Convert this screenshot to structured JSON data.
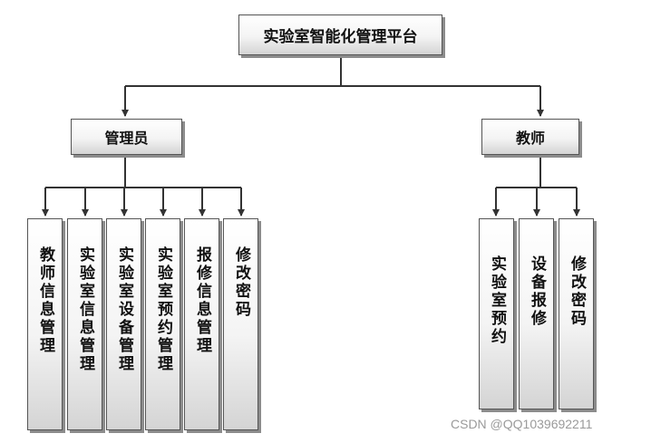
{
  "root": {
    "label": "实验室智能化管理平台"
  },
  "roles": [
    {
      "label": "管理员",
      "functions": [
        "教师信息管理",
        "实验室信息管理",
        "实验室设备管理",
        "实验室预约管理",
        "报修信息管理",
        "修改密码"
      ]
    },
    {
      "label": "教师",
      "functions": [
        "实验室预约",
        "设备报修",
        "修改密码"
      ]
    }
  ],
  "watermark": "CSDN @QQ1039692211"
}
